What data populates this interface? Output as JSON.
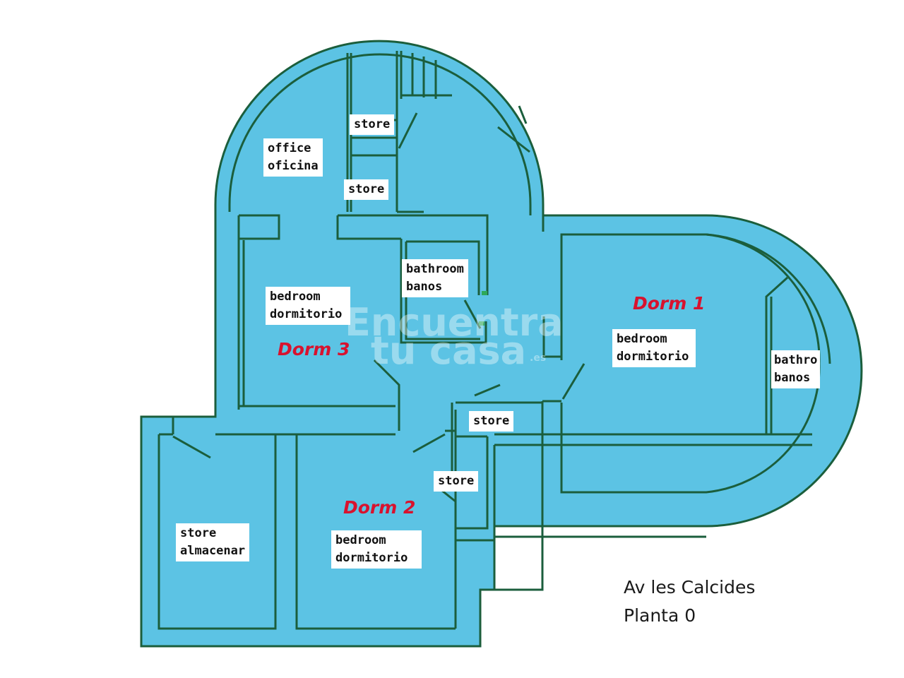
{
  "colors": {
    "floor": "#5cc3e4",
    "wall": "#1b5e3c",
    "dorm_label": "#d8122e"
  },
  "rooms": {
    "office": {
      "en": "office",
      "es": "oficina"
    },
    "store_stairs_top": "store",
    "store_stairs_bottom": "store",
    "bathroom_center": {
      "en": "bathroom",
      "es": "banos"
    },
    "bedroom_3": {
      "en": "bedroom",
      "es": "dormitorio",
      "dorm": "Dorm 3"
    },
    "bedroom_1": {
      "en": "bedroom",
      "es": "dormitorio",
      "dorm": "Dorm 1"
    },
    "bathroom_right": {
      "en": "bathro",
      "es": "banos"
    },
    "store_hall": "store",
    "store_small": "store",
    "bedroom_2": {
      "en": "bedroom",
      "es": "dormitorio",
      "dorm": "Dorm 2"
    },
    "store_left": {
      "en": "store",
      "es": "almacenar"
    }
  },
  "caption": {
    "line1": "Av les Calcides",
    "line2": "Planta 0"
  },
  "watermark": {
    "line1": "Encuentra",
    "line2": "tu casa",
    "suffix": ".es"
  }
}
